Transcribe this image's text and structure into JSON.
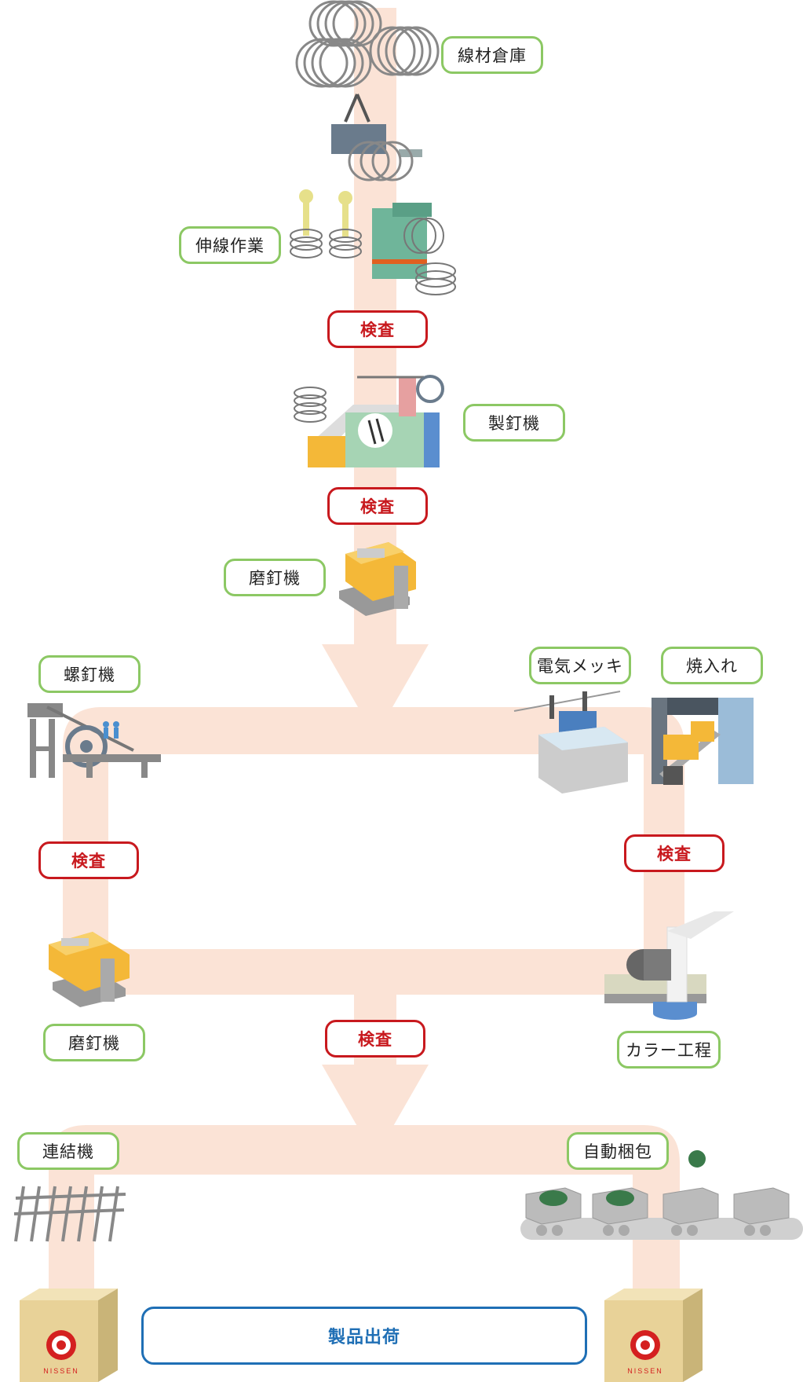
{
  "processes": {
    "wire_warehouse": "線材倉庫",
    "wire_drawing": "伸線作業",
    "nail_making": "製釘機",
    "polishing_1": "磨釘機",
    "screw_nail": "螺釘機",
    "electroplating": "電気メッキ",
    "quenching": "焼入れ",
    "polishing_2": "磨釘機",
    "color_process": "カラー工程",
    "collating": "連結機",
    "auto_packing": "自動梱包"
  },
  "inspection_label": "検査",
  "shipping": "製品出荷",
  "brand": "NISSEN",
  "colors": {
    "flow": "#fbe3d6",
    "process_border": "#8cc864",
    "inspection_border": "#c8191e",
    "shipping_border": "#1f6fb5"
  }
}
